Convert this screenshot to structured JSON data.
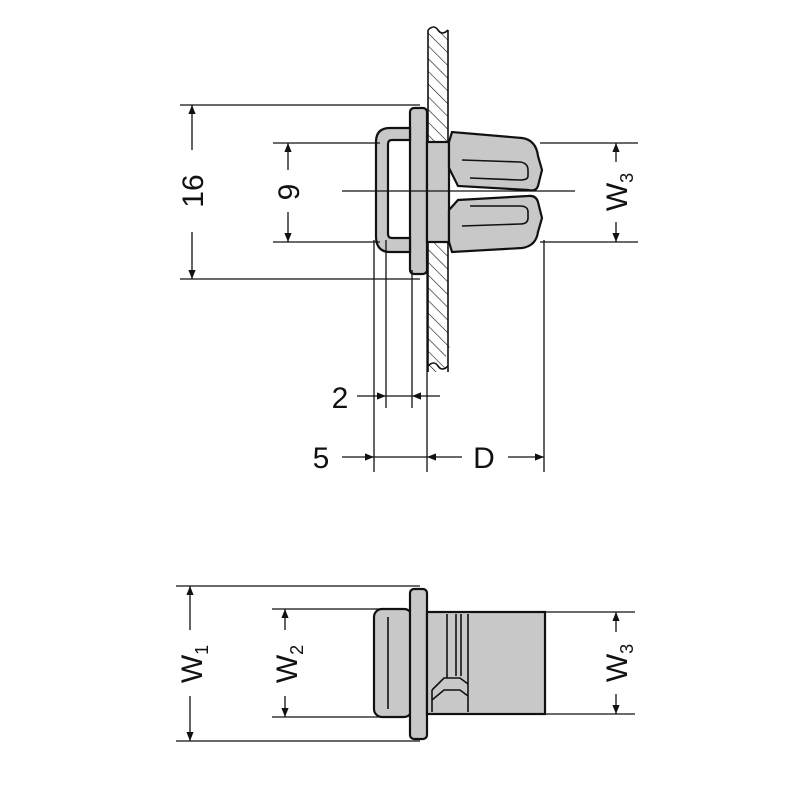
{
  "colors": {
    "part_fill": "#c8c8c8",
    "line": "#111111",
    "background": "#ffffff"
  },
  "top_view": {
    "dim_16": "16",
    "dim_9": "9",
    "dim_w3": {
      "letter": "W",
      "sub": "3"
    },
    "dim_2": "2",
    "dim_5": "5",
    "dim_D": "D"
  },
  "side_view": {
    "dim_w1": {
      "letter": "W",
      "sub": "1"
    },
    "dim_w2": {
      "letter": "W",
      "sub": "2"
    },
    "dim_w3": {
      "letter": "W",
      "sub": "3"
    }
  }
}
